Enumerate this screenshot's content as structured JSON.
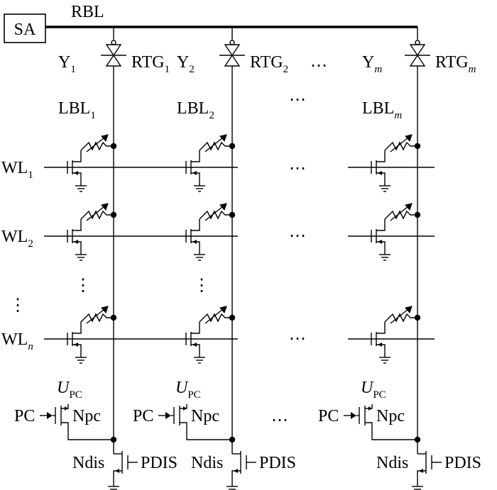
{
  "sense_amp": {
    "label": "SA"
  },
  "read_bitline": {
    "label": "RBL"
  },
  "columns": [
    {
      "select_main": "Y",
      "select_sub": "1",
      "gate_main": "RTG",
      "gate_sub": "1",
      "lbl_main": "LBL",
      "lbl_sub": "1",
      "sub_italic": false
    },
    {
      "select_main": "Y",
      "select_sub": "2",
      "gate_main": "RTG",
      "gate_sub": "2",
      "lbl_main": "LBL",
      "lbl_sub": "2",
      "sub_italic": false
    },
    {
      "select_main": "Y",
      "select_sub": "m",
      "gate_main": "RTG",
      "gate_sub": "m",
      "lbl_main": "LBL",
      "lbl_sub": "m",
      "sub_italic": true
    }
  ],
  "wordlines": [
    {
      "main": "WL",
      "sub": "1",
      "sub_italic": false
    },
    {
      "main": "WL",
      "sub": "2",
      "sub_italic": false
    },
    {
      "main": "WL",
      "sub": "n",
      "sub_italic": true
    }
  ],
  "precharge": {
    "supply_main": "U",
    "supply_sub": "PC",
    "signal": "PC",
    "transistor": "Npc"
  },
  "discharge": {
    "transistor": "Ndis",
    "signal": "PDIS"
  },
  "ellipsis": "⋯",
  "vertical_ellipsis": "⋮"
}
